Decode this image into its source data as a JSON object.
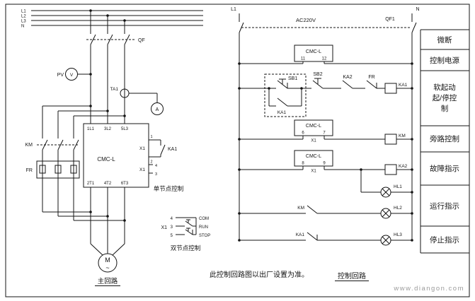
{
  "colors": {
    "ink": "#141414",
    "background": "#ffffff",
    "watermark": "#9b9b9b"
  },
  "main_circuit": {
    "bus": [
      "L1",
      "L2",
      "L3",
      "N"
    ],
    "breaker": "QF",
    "voltmeter_label": "PV",
    "voltmeter_symbol": "V",
    "ct_label": "TA1",
    "ammeter_symbol": "A",
    "contactor": "KM",
    "thermal_relay": "FR",
    "starter_name": "CMC-L",
    "inputs": [
      "1L1",
      "3L2",
      "5L3"
    ],
    "outputs": [
      "2T1",
      "4T2",
      "6T3"
    ],
    "x1_upper": "X1",
    "x1_upper_pins": [
      "1",
      "2"
    ],
    "x1_lower": "X1",
    "x1_lower_pins": [
      "4",
      "3"
    ],
    "feedback_contact": "KA1",
    "single_node_caption": "单节点控制",
    "motor_symbol": "M",
    "motor_wave": "~",
    "caption": "主回路"
  },
  "dual_node": {
    "x1": "X1",
    "pins": [
      "4",
      "3",
      "5"
    ],
    "signals": [
      "COM",
      "RUN",
      "STOP"
    ],
    "caption": "双节点控制"
  },
  "control_circuit": {
    "phase": "L1",
    "neutral": "N",
    "voltage": "AC220V",
    "breaker": "QF1",
    "power_rung": {
      "device": "CMC-L",
      "t_left": "11",
      "t_right": "12"
    },
    "start_rung": {
      "stop_button": "SB1",
      "latch_contact": "KA1",
      "start_button": "SB2",
      "interlock_contact": "KA2",
      "overload_contact": "FR",
      "coil": "KA1"
    },
    "bypass_rung": {
      "device": "CMC-L",
      "t_left": "6",
      "t_right": "7",
      "x1": "X1",
      "coil": "KM"
    },
    "fault_rung": {
      "device": "CMC-L",
      "t_left": "8",
      "t_right": "9",
      "x1": "X1",
      "coil": "KA2",
      "lamp": "HL1"
    },
    "run_rung": {
      "contact": "KM",
      "lamp": "HL2"
    },
    "stop_rung": {
      "contact": "KA1",
      "lamp": "HL3"
    },
    "note": "此控制回路图以出厂设置为准。",
    "caption": "控制回路"
  },
  "side_panel": {
    "rows": [
      "微断",
      "控制电源",
      "软起动",
      "起/停控",
      "制",
      "旁路控制",
      "故障指示",
      "运行指示",
      "停止指示"
    ]
  },
  "watermark": "www.diangon.com"
}
